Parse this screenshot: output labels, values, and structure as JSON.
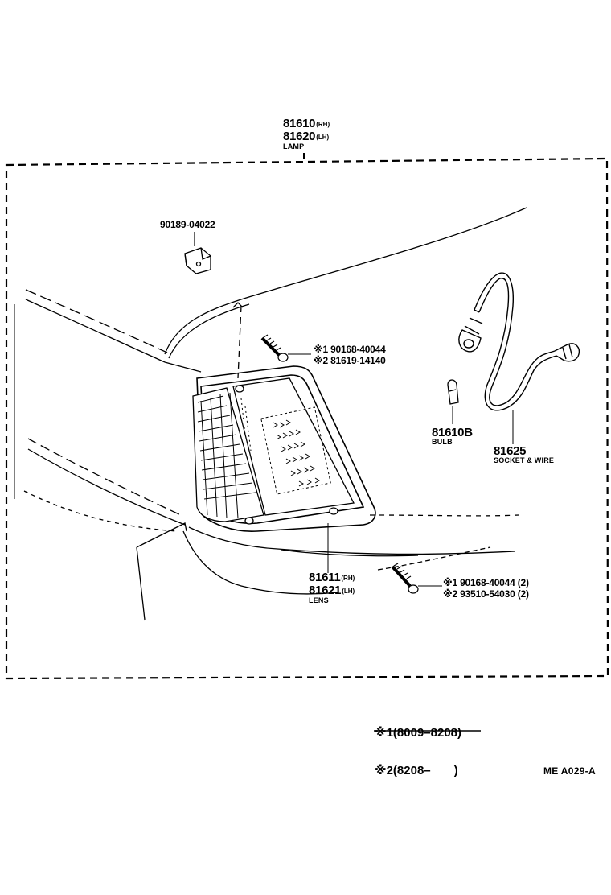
{
  "lamp": {
    "pn_rh": "81610",
    "suffix_rh": "(RH)",
    "pn_lh": "81620",
    "suffix_lh": "(LH)",
    "name": "LAMP"
  },
  "clip": {
    "pn": "90189-04022"
  },
  "upper_screw": {
    "line1": "※1 90168-40044",
    "line2": "※2 81619-14140"
  },
  "bulb": {
    "pn": "81610B",
    "name": "BULB"
  },
  "socket": {
    "pn": "81625",
    "name": "SOCKET & WIRE"
  },
  "lens": {
    "pn_rh": "81611",
    "suffix_rh": "(RH)",
    "pn_lh": "81621",
    "suffix_lh": "(LH)",
    "name": "LENS"
  },
  "lower_screw": {
    "line1": "※1 90168-40044 (2)",
    "line2": "※2 93510-54030 (2)"
  },
  "legend": {
    "line1": "※1(8009–8208)",
    "line2": "※2(8208–       )"
  },
  "figure_code": "ME  A029-A"
}
